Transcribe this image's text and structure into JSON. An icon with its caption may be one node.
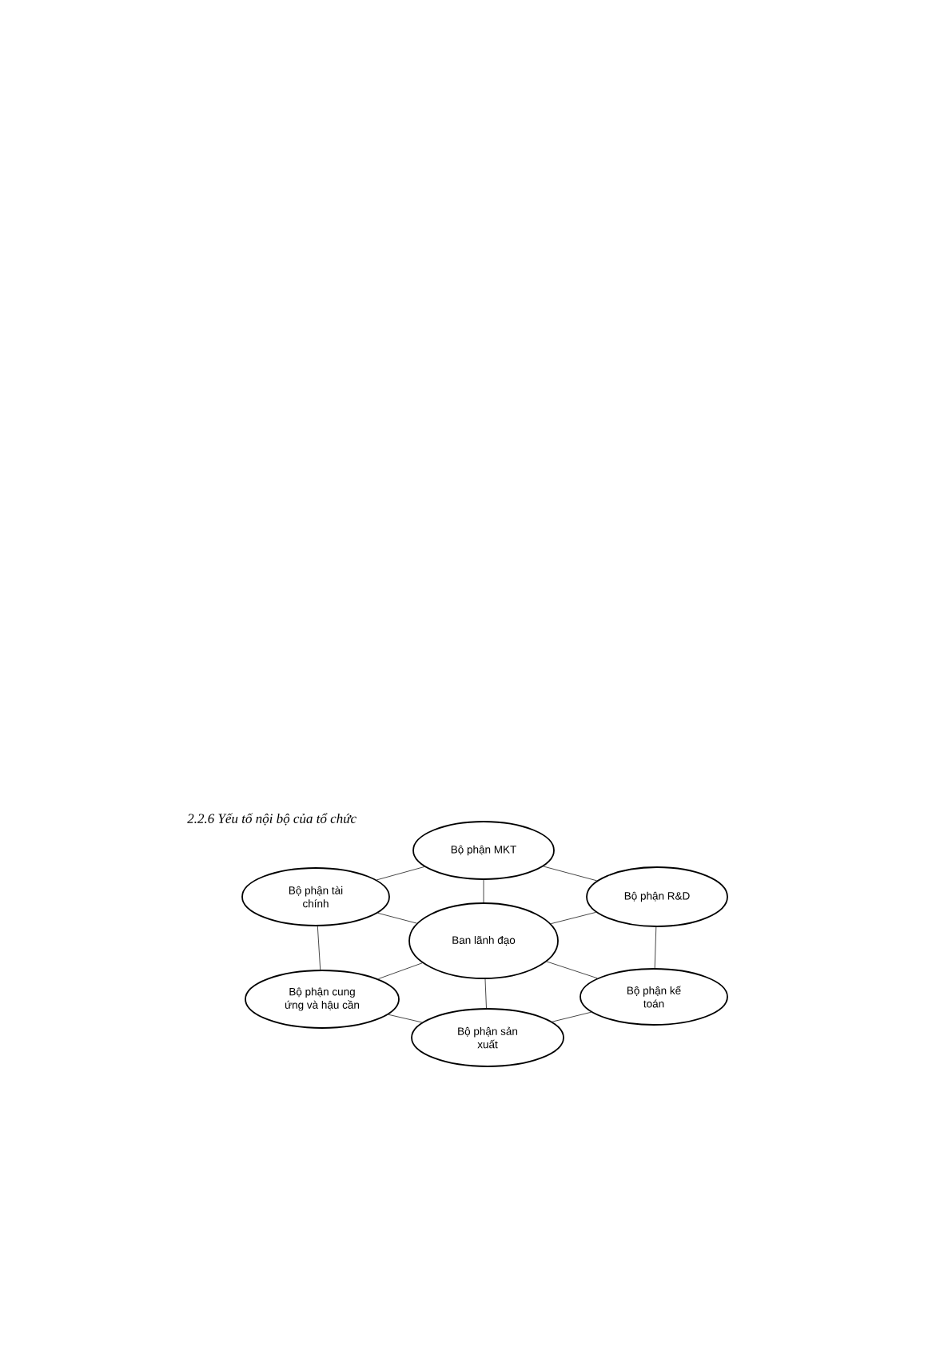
{
  "diagram": {
    "title": "2.2.6 Yếu tố nội bộ của tổ chức",
    "nodes": [
      {
        "text": [
          "Bộ phận MKT"
        ]
      },
      {
        "text": [
          "Bộ phận tài chính"
        ]
      },
      {
        "text": [
          "Bộ phận R&D"
        ]
      },
      {
        "text": [
          "Ban lãnh đạo"
        ]
      },
      {
        "text": [
          "Bộ phận kế toán"
        ]
      },
      {
        "text": [
          "Bộ phận cung ứng và hậu cần"
        ]
      },
      {
        "text": [
          "Bộ phận sản xuất"
        ]
      }
    ],
    "edges": [
      {
        "from": 0,
        "to": 1,
        "arrow": "none"
      },
      {
        "from": 0,
        "to": 2,
        "arrow": "none"
      },
      {
        "from": 0,
        "to": 3,
        "arrow": "none"
      },
      {
        "from": 1,
        "to": 3,
        "arrow": "none"
      },
      {
        "from": 2,
        "to": 3,
        "arrow": "none"
      },
      {
        "from": 1,
        "to": 5,
        "arrow": "none"
      },
      {
        "from": 2,
        "to": 4,
        "arrow": "none"
      },
      {
        "from": 3,
        "to": 5,
        "arrow": "none"
      },
      {
        "from": 3,
        "to": 6,
        "arrow": "none"
      },
      {
        "from": 3,
        "to": 4,
        "arrow": "none"
      },
      {
        "from": 5,
        "to": 6,
        "arrow": "none"
      },
      {
        "from": 6,
        "to": 4,
        "arrow": "none"
      }
    ]
  }
}
